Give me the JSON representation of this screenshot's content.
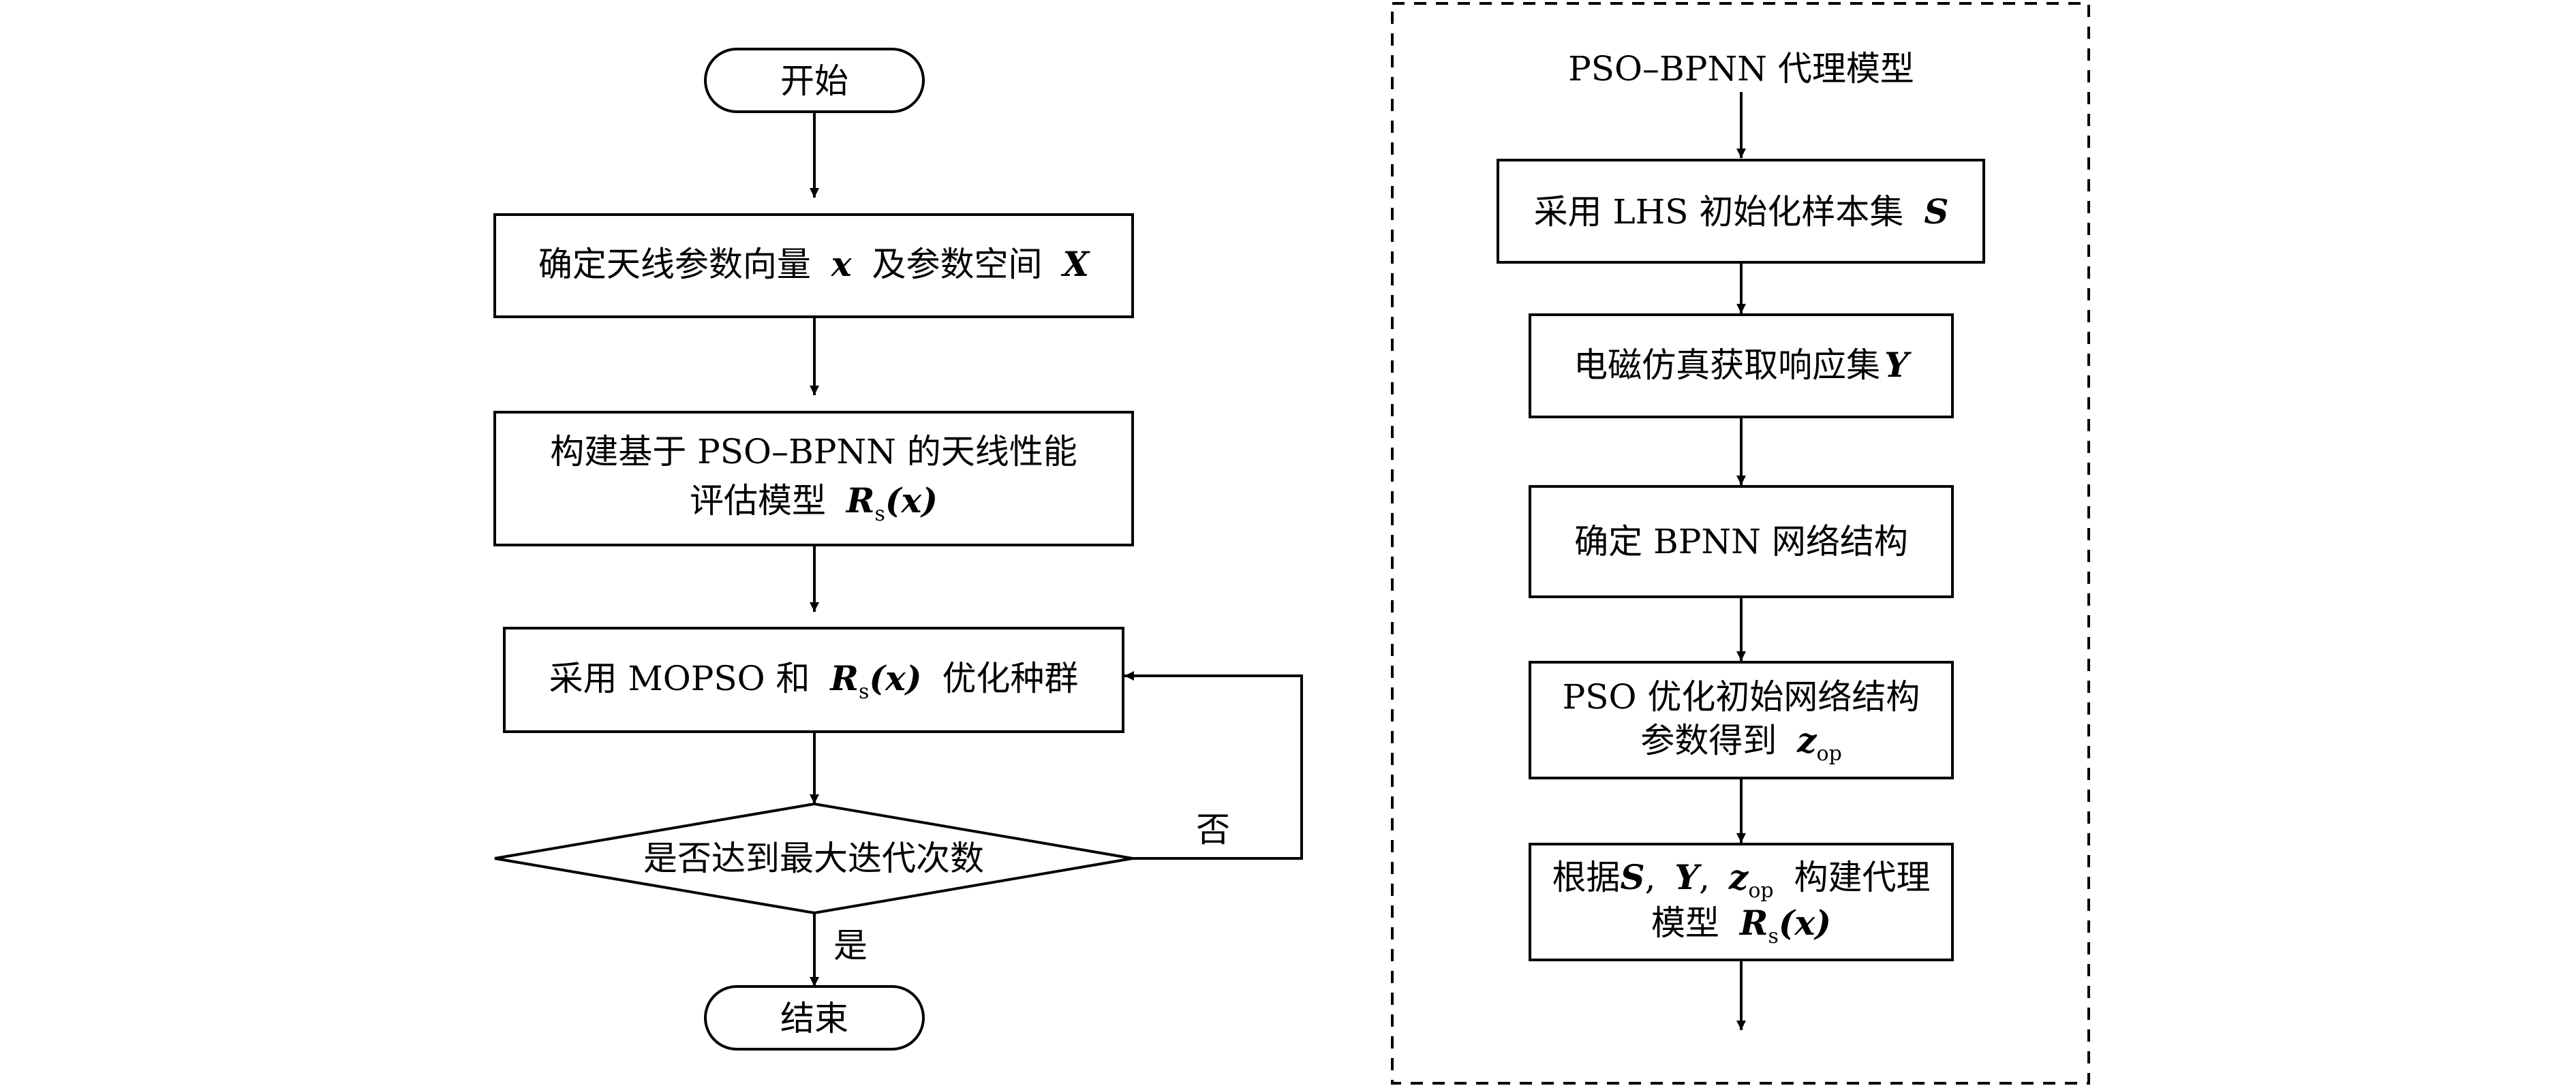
{
  "left_flow": {
    "start": "开始",
    "step1_text": "确定天线参数向量",
    "step1_var_x": "x",
    "step1_mid": "及参数空间",
    "step1_var_X": "X",
    "step2_line1": "构建基于 PSO–BPNN 的天线性能",
    "step2_line2": "评估模型",
    "step2_R": "R",
    "step2_sub": "s",
    "step2_arg": "(x)",
    "step3_prefix": "采用 MOPSO 和",
    "step3_R": "R",
    "step3_sub": "s",
    "step3_arg": "(x)",
    "step3_suffix": "优化种群",
    "decision": "是否达到最大迭代次数",
    "no_label": "否",
    "yes_label": "是",
    "end": "结束"
  },
  "right_flow": {
    "title": "PSO–BPNN 代理模型",
    "step1_text": "采用 LHS 初始化样本集",
    "step1_var": "S",
    "step2_text": "电磁仿真获取响应集",
    "step2_var": "Y",
    "step3_text": "确定 BPNN 网络结构",
    "step4_line1": "PSO 优化初始网络结构",
    "step4_line2": "参数得到",
    "step4_var": "z",
    "step4_sub": "op",
    "step5_prefix": "根据",
    "step5_S": "S",
    "step5_sep1": ",",
    "step5_Y": "Y",
    "step5_sep2": ",",
    "step5_z": "z",
    "step5_zsub": "op",
    "step5_suffix": "构建代理",
    "step5_line2": "模型",
    "step5_R": "R",
    "step5_Rsub": "s",
    "step5_arg": "(x)"
  }
}
